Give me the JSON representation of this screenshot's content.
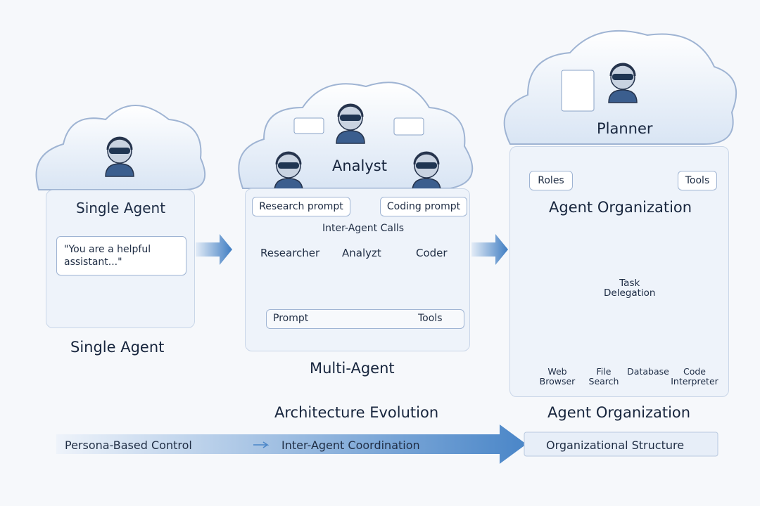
{
  "single_agent": {
    "header": "Single Agent",
    "prompt_text": "\"You are a helpful assistant...\"",
    "caption": "Single Agent",
    "icons": [
      "database-icon",
      "browser-window-icon",
      "tools-icon"
    ]
  },
  "multi_agent": {
    "cloud_agent": "Analyst",
    "research_prompt": "Research prompt",
    "coding_prompt": "Coding prompt",
    "inter_agent_calls": "Inter-Agent Calls",
    "agents": [
      "Researcher",
      "Analyzt",
      "Coder"
    ],
    "prompt_label": "Prompt",
    "tools_label": "Tools",
    "caption": "Multi-Agent"
  },
  "agent_org": {
    "cloud_agent": "Planner",
    "roles": "Roles",
    "tools": "Tools",
    "header": "Agent Organization",
    "task_delegation": "Task\nDelegation",
    "tools_list": [
      {
        "label": "Web\nBrowser",
        "icon": "video-icon"
      },
      {
        "label": "File\nSearch",
        "icon": "eye-icon"
      },
      {
        "label": "Database",
        "icon": "database-icon"
      },
      {
        "label": "Code\nInterpreter",
        "icon": "code-icon"
      }
    ],
    "caption": "Agent Organization"
  },
  "center_caption": "Architecture Evolution",
  "timeline": {
    "stage1": "Persona-Based Control",
    "stage2": "Inter-Agent Coordination",
    "stage3": "Organizational Structure"
  },
  "colors": {
    "accent": "#4a86c8",
    "panel": "#eef3fa",
    "line": "#9fb4d3"
  }
}
